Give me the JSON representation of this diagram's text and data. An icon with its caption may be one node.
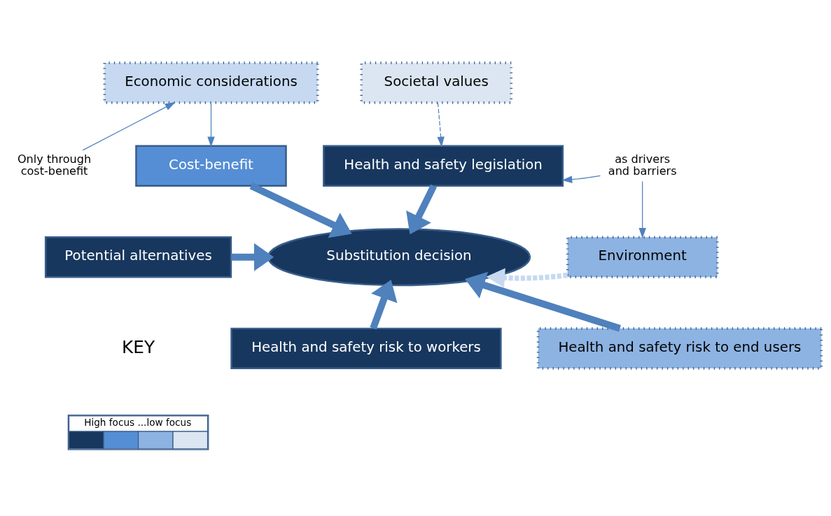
{
  "diagram": {
    "nodes": [
      {
        "text": [
          "Economic considerations"
        ]
      },
      {
        "text": [
          "Societal values"
        ]
      },
      {
        "text": [
          "Only through cost-benefit"
        ]
      },
      {
        "text": [
          "Cost-benefit"
        ]
      },
      {
        "text": [
          "Health and safety legislation"
        ]
      },
      {
        "text": [
          "as drivers and barriers"
        ]
      },
      {
        "text": [
          "Potential alternatives"
        ]
      },
      {
        "text": [
          "Substitution decision"
        ]
      },
      {
        "text": [
          "Environment"
        ]
      },
      {
        "text": [
          "Health and safety risk to workers"
        ]
      },
      {
        "text": [
          "Health and safety risk to end users"
        ]
      }
    ],
    "edges": [
      {
        "from": 0,
        "to": 3,
        "arrow": "to"
      },
      {
        "from": 1,
        "to": 4,
        "arrow": "to",
        "style": "dashed"
      },
      {
        "from": 2,
        "to": 0,
        "arrow": "to"
      },
      {
        "from": 5,
        "to": 4,
        "arrow": "to"
      },
      {
        "from": 5,
        "to": 8,
        "arrow": "to"
      },
      {
        "from": 3,
        "to": 7,
        "arrow": "to"
      },
      {
        "from": 4,
        "to": 7,
        "arrow": "to"
      },
      {
        "from": 6,
        "to": 7,
        "arrow": "to"
      },
      {
        "from": 8,
        "to": 7,
        "arrow": "to",
        "style": "dashed",
        "color": "#c6d9f1"
      },
      {
        "from": 9,
        "to": 7,
        "arrow": "to"
      },
      {
        "from": 10,
        "to": 7,
        "arrow": "to"
      }
    ],
    "labels": [
      "KEY"
    ],
    "legend": [
      {
        "text": "High focus ...low focus"
      }
    ]
  }
}
